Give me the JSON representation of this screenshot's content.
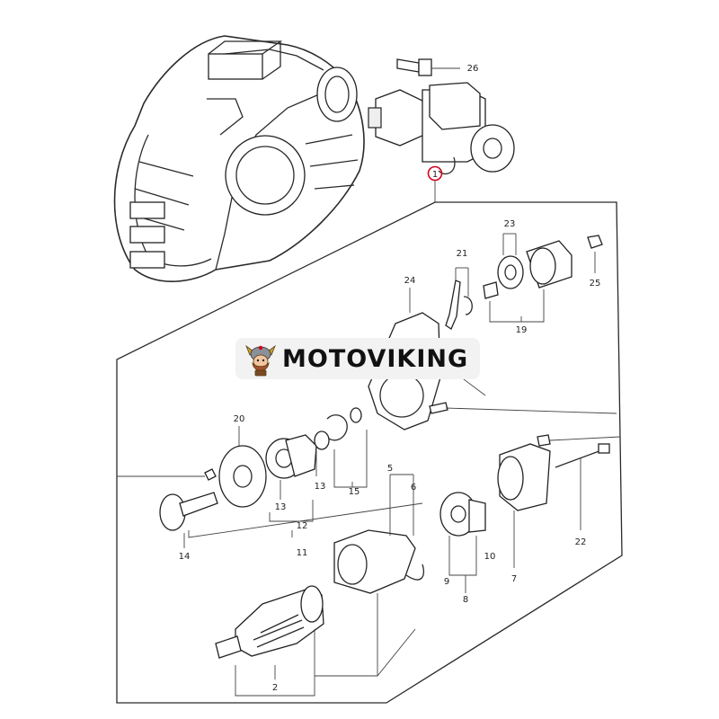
{
  "watermark": {
    "text": "MOTOVIKING",
    "logo_icon": "viking-mascot-icon"
  },
  "callouts": {
    "c1": "1",
    "c2": "2",
    "c5": "5",
    "c6": "6",
    "c7": "7",
    "c8": "8",
    "c9": "9",
    "c10": "10",
    "c11": "11",
    "c12": "12",
    "c13a": "13",
    "c13b": "13",
    "c14": "14",
    "c15": "15",
    "c19": "19",
    "c20": "20",
    "c21": "21",
    "c22": "22",
    "c23": "23",
    "c24": "24",
    "c25": "25",
    "c26": "26"
  },
  "colors": {
    "line": "#2a2a2a",
    "highlight": "#d0021b",
    "watermark_bg": "#f2f2f2"
  }
}
